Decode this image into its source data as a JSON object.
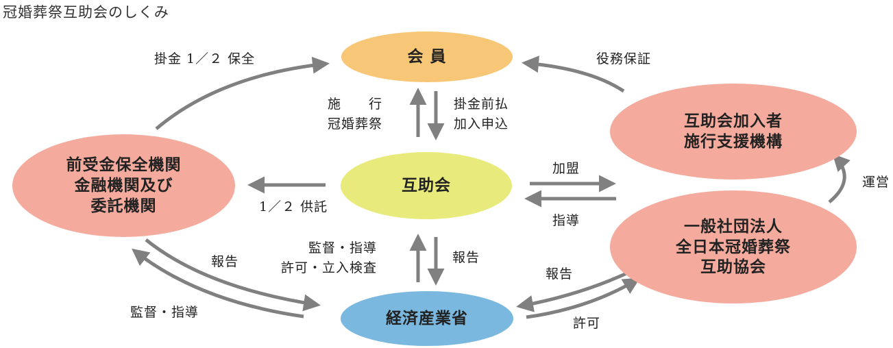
{
  "title": "冠婚葬祭互助会のしくみ",
  "colors": {
    "arrow": "#808080",
    "member": "#f7c777",
    "gojokai": "#e8eb7c",
    "meti": "#7ab8df",
    "salmon": "#f4ab9d"
  },
  "nodes": {
    "member": "会 員",
    "gojokai": "互助会",
    "meti": "経済産業省",
    "preinst": "前受金保全機関\n金融機関及び\n委託機関",
    "support": "互助会加入者\n施行支援機構",
    "assoc": "一般社団法人\n全日本冠婚葬祭\n互助協会"
  },
  "edges": {
    "kakekin_hozen": "掛金 1／２ 保全",
    "seko": "施　　行\n冠婚葬祭",
    "kakekin_maebarai": "掛金前払\n加入申込",
    "ekimu_hosho": "役務保証",
    "kyotaku": "1／２ 供託",
    "kamei": "加盟",
    "shido": "指導",
    "unei": "運営",
    "kantoku_kyoka": "監督・指導\n許可・立入検査",
    "hokoku_center": "報告",
    "hokoku_left": "報告",
    "kantoku_left": "監督・指導",
    "hokoku_right": "報告",
    "kyoka": "許可"
  }
}
